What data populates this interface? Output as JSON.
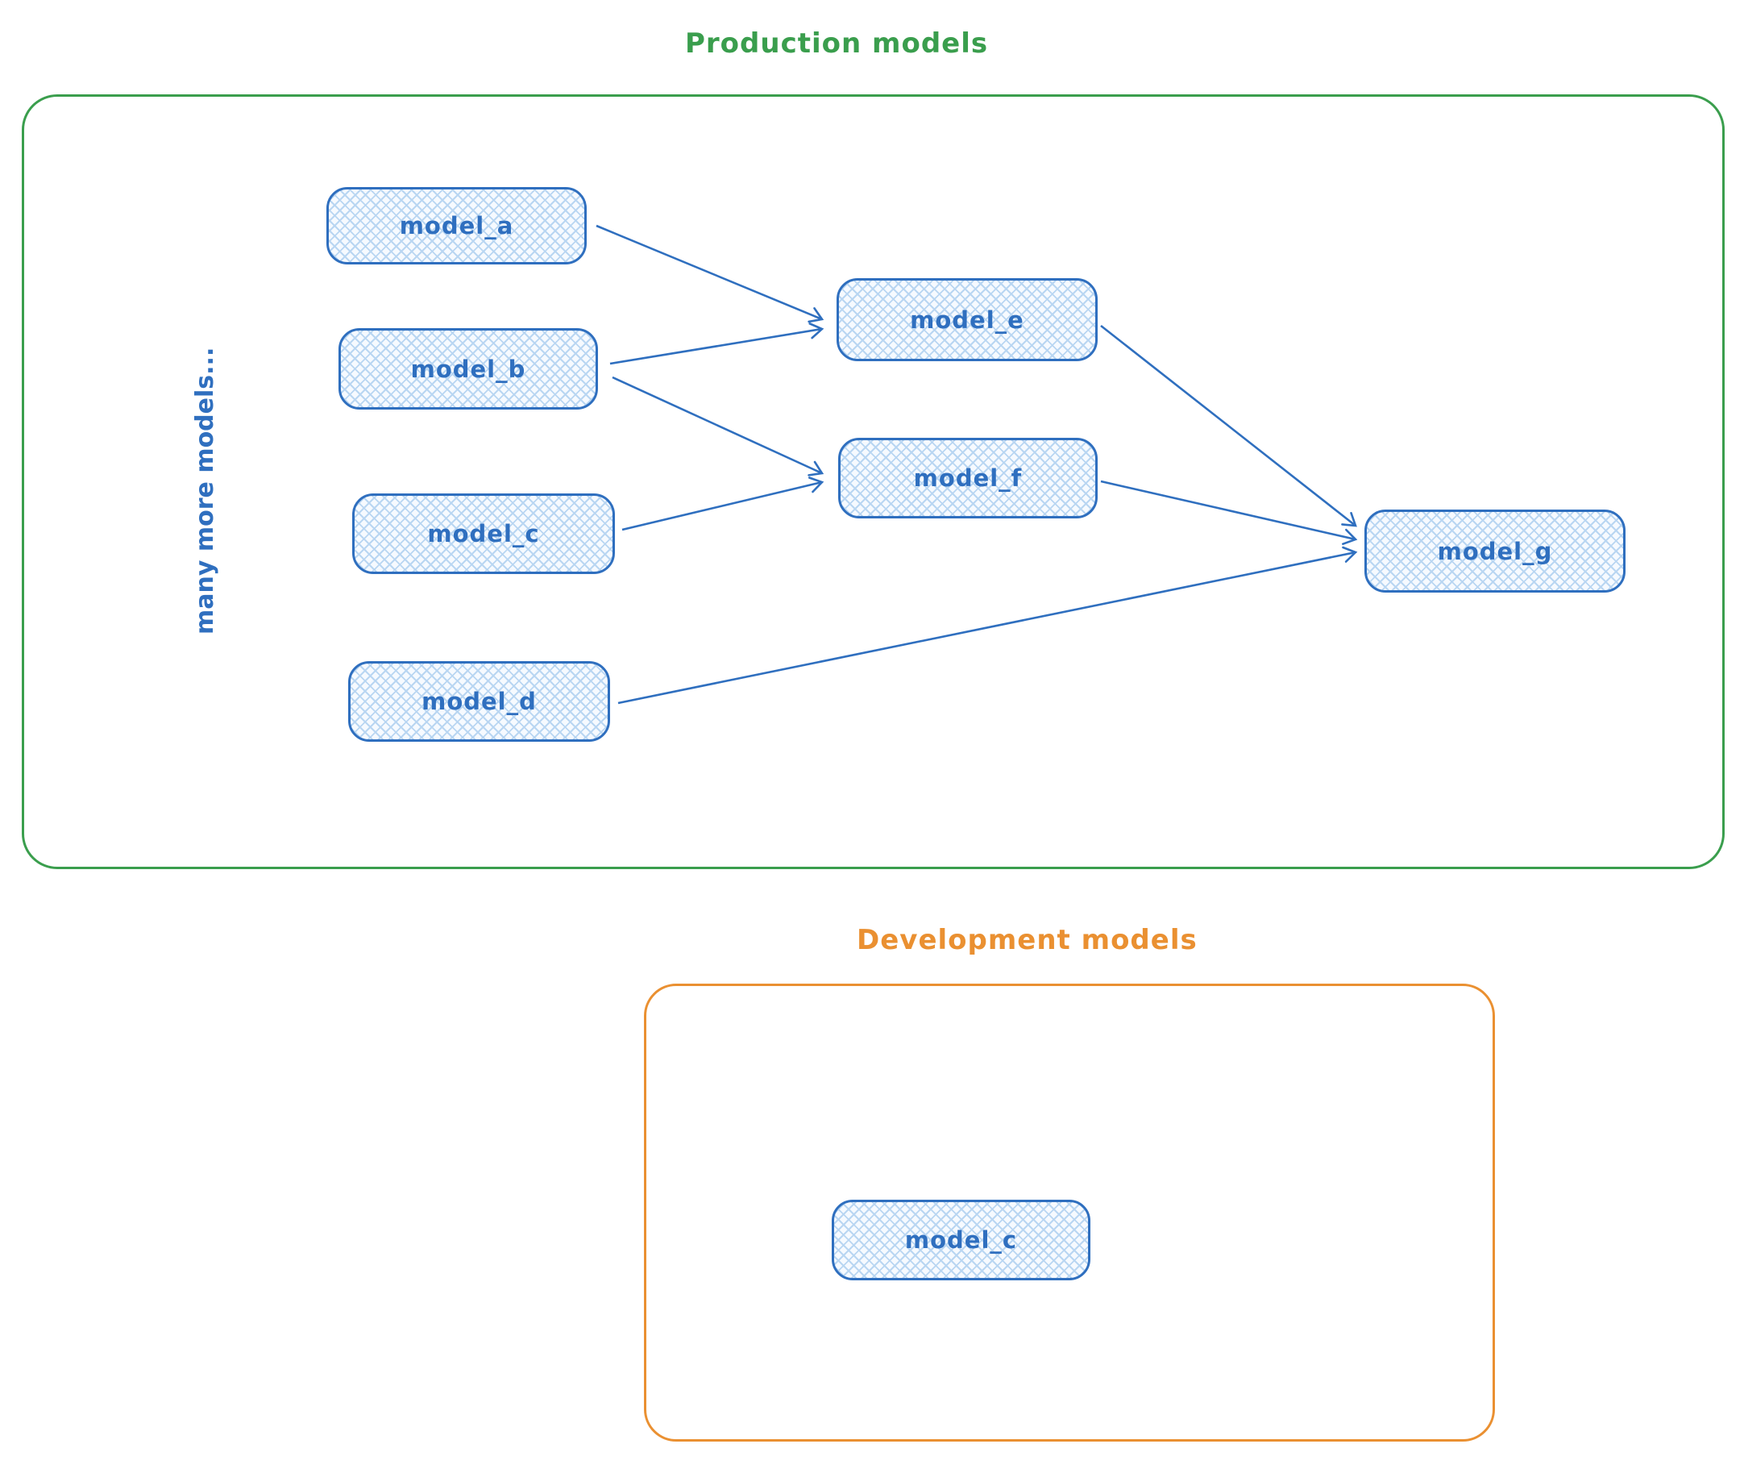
{
  "production": {
    "title": "Production models",
    "side_note": "many more models...",
    "nodes": [
      {
        "id": "model_a",
        "label": "model_a"
      },
      {
        "id": "model_b",
        "label": "model_b"
      },
      {
        "id": "model_c",
        "label": "model_c"
      },
      {
        "id": "model_d",
        "label": "model_d"
      },
      {
        "id": "model_e",
        "label": "model_e"
      },
      {
        "id": "model_f",
        "label": "model_f"
      },
      {
        "id": "model_g",
        "label": "model_g"
      }
    ],
    "edges": [
      {
        "from": "model_a",
        "to": "model_e"
      },
      {
        "from": "model_b",
        "to": "model_e"
      },
      {
        "from": "model_b",
        "to": "model_f"
      },
      {
        "from": "model_c",
        "to": "model_f"
      },
      {
        "from": "model_e",
        "to": "model_g"
      },
      {
        "from": "model_f",
        "to": "model_g"
      },
      {
        "from": "model_d",
        "to": "model_g"
      }
    ]
  },
  "development": {
    "title": "Development models",
    "nodes": [
      {
        "id": "model_c",
        "label": "model_c"
      }
    ]
  },
  "colors": {
    "production_border": "#3a9e4d",
    "development_border": "#ea9031",
    "node_stroke": "#2f6fbf",
    "node_text": "#2f6fbf",
    "node_hatch": "#b9d6f2",
    "arrow": "#2f6fbf"
  }
}
